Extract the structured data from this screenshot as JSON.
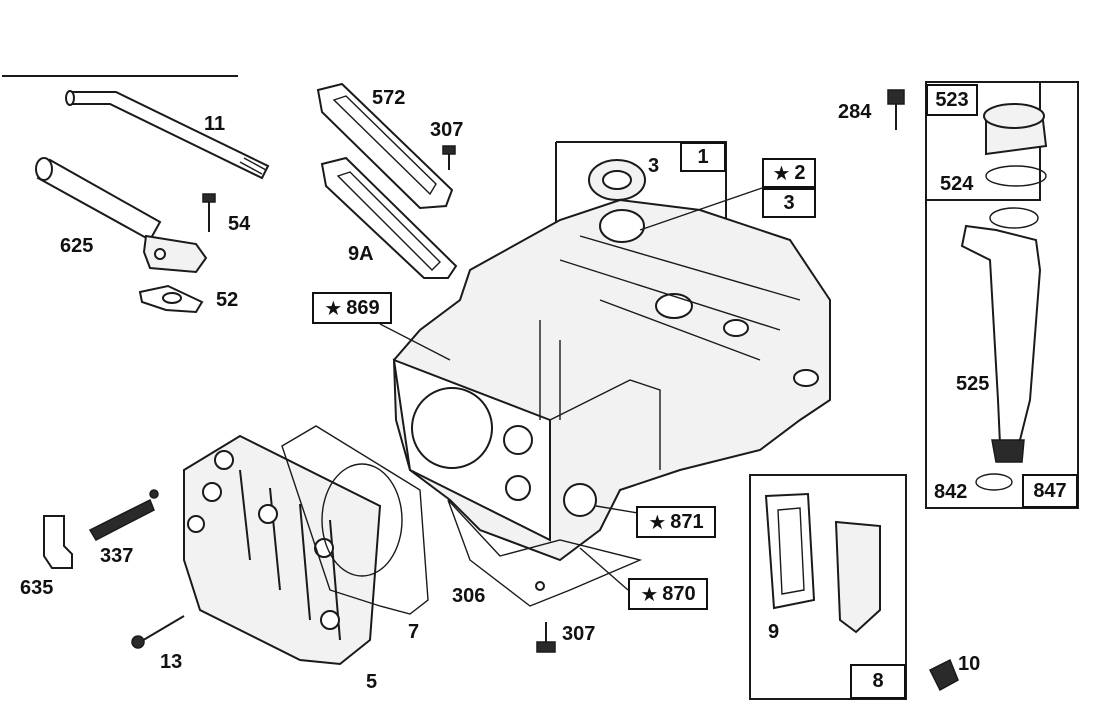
{
  "star_symbol": "★",
  "labels": {
    "l11": "11",
    "l625": "625",
    "l54": "54",
    "l52": "52",
    "l572": "572",
    "l307a": "307",
    "l9a": "9A",
    "l3": "3",
    "l284": "284",
    "l524": "524",
    "l525": "525",
    "l842": "842",
    "l337": "337",
    "l635": "635",
    "l13": "13",
    "l5": "5",
    "l7": "7",
    "l306": "306",
    "l307b": "307",
    "l9": "9",
    "l10": "10"
  },
  "boxes": {
    "b1": "1",
    "b2": "2",
    "b3": "3",
    "b869": "869",
    "b871": "871",
    "b870": "870",
    "b523": "523",
    "b847": "847",
    "b8": "8"
  }
}
